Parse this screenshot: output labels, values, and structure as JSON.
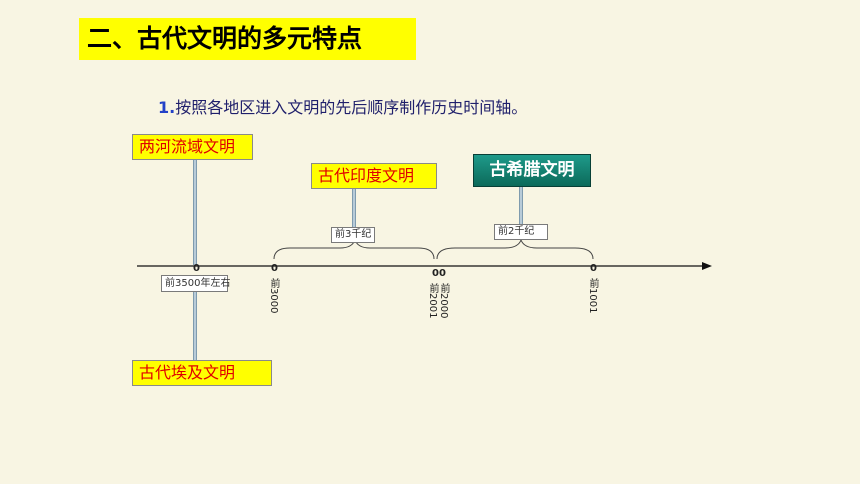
{
  "header": {
    "title": "二、古代文明的多元特点"
  },
  "instruction": {
    "number": "1.",
    "text": "按照各地区进入文明的先后顺序制作历史时间轴。"
  },
  "civilizations": {
    "mesopotamia": "两河流域文明",
    "india": "古代印度文明",
    "greece": "古希腊文明",
    "egypt": "古代埃及文明"
  },
  "periods": {
    "third_millennium": "前3千纪",
    "second_millennium": "前2千纪"
  },
  "timeline": {
    "marker_3500": "前3500年左右",
    "tick_3000_zero": "0",
    "tick_3000_label": "前3000",
    "tick_2000_zero": "00",
    "tick_2000_label": "前2000",
    "tick_2001_label": "前2001",
    "tick_1001_zero": "0",
    "tick_1001_label": "前1001",
    "tick_3500_zero": "0"
  }
}
